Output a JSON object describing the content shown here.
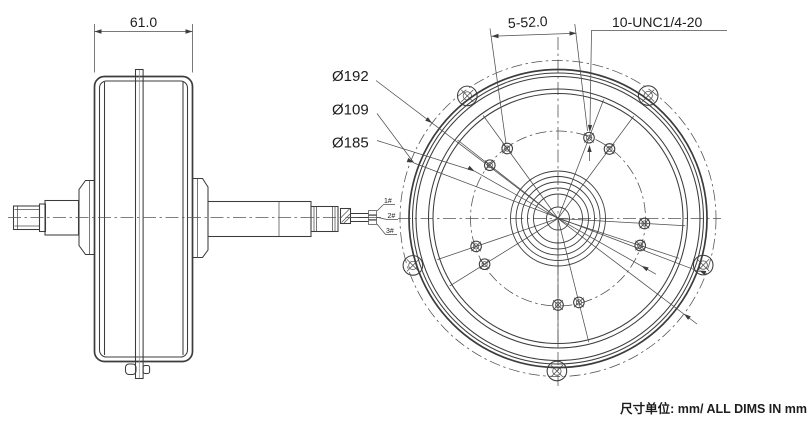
{
  "side_view": {
    "width_dim": "61.0",
    "wires": [
      "1#",
      "2#",
      "3#"
    ]
  },
  "front_view": {
    "pair_dim": "5-52.0",
    "thread_callout": "10-UNC1/4-20",
    "dia_outer": "Ø192",
    "dia_inner": "Ø109",
    "dia_bolt": "Ø185"
  },
  "note": {
    "units": "尺寸单位: mm/ ALL DIMS IN mm"
  },
  "colors": {
    "line": "#3c3c3c",
    "thin_line": "#4d4d4d",
    "text": "#1d1d1d",
    "band_fill": "#c9c9c9",
    "background": "#ffffff"
  }
}
